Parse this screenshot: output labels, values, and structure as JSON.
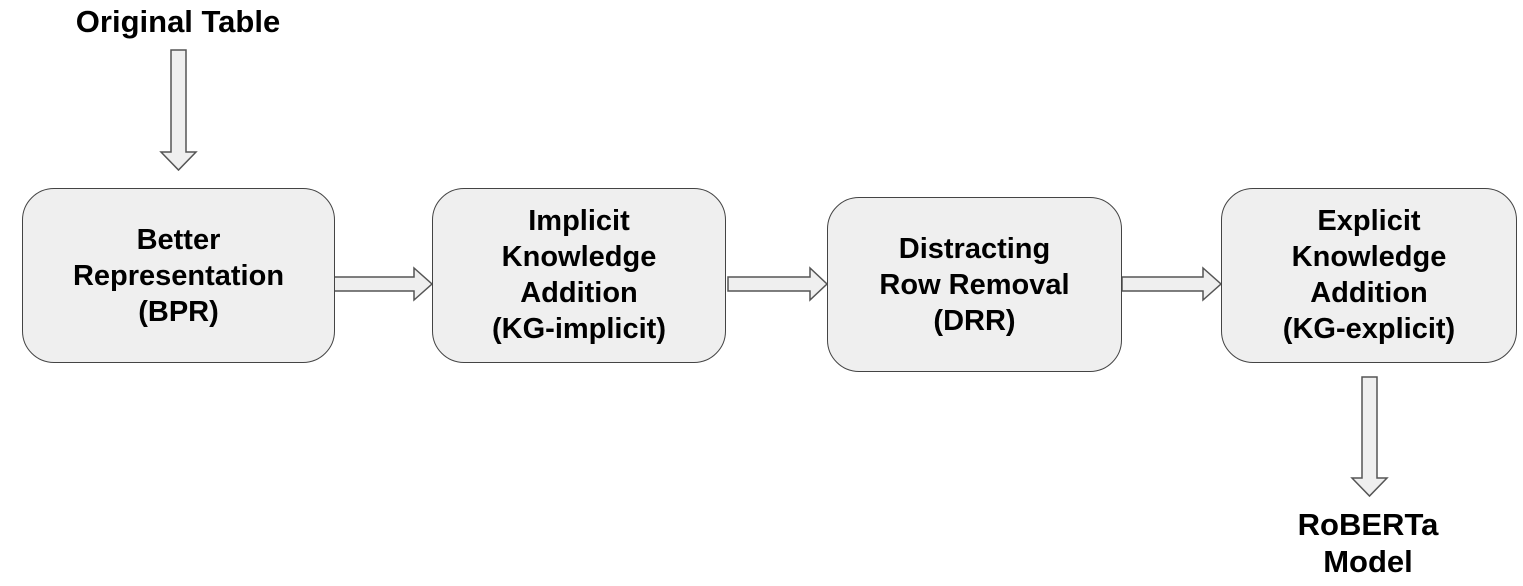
{
  "diagram": {
    "input_label": "Original Table",
    "output_label": "RoBERTa\nModel",
    "stages": [
      {
        "id": "bpr",
        "text": "Better\nRepresentation\n(BPR)"
      },
      {
        "id": "kg-implicit",
        "text": "Implicit\nKnowledge\nAddition\n(KG-implicit)"
      },
      {
        "id": "drr",
        "text": "Distracting\nRow Removal\n(DRR)"
      },
      {
        "id": "kg-explicit",
        "text": "Explicit\nKnowledge\nAddition\n(KG-explicit)"
      }
    ],
    "colors": {
      "box_fill": "#efefef",
      "box_border": "#444444",
      "arrow_fill": "#efefef",
      "arrow_stroke": "#555555",
      "text": "#000000"
    }
  }
}
